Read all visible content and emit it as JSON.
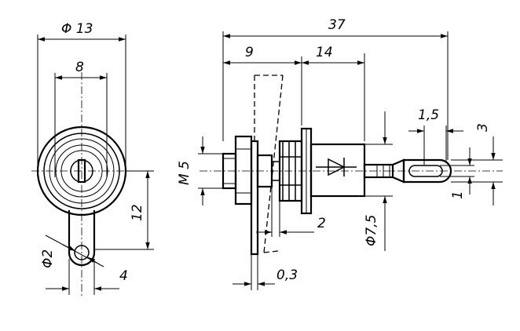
{
  "front_view": {
    "dims": {
      "outer_diameter": "Φ 13",
      "inner_width": "8",
      "tab_height": "12",
      "hole_diameter": "Φ2",
      "tab_width": "4"
    }
  },
  "side_view": {
    "dims": {
      "overall_length": "37",
      "flange_offset": "9",
      "body_length": "14",
      "lead_diameter": "1,5",
      "terminal_height": "3",
      "terminal_slot": "1",
      "thread": "M 5",
      "nut_gap": "2",
      "body_diameter": "Φ7,5",
      "plate_thickness": "0,3"
    },
    "symbol": "diode-symbol"
  }
}
